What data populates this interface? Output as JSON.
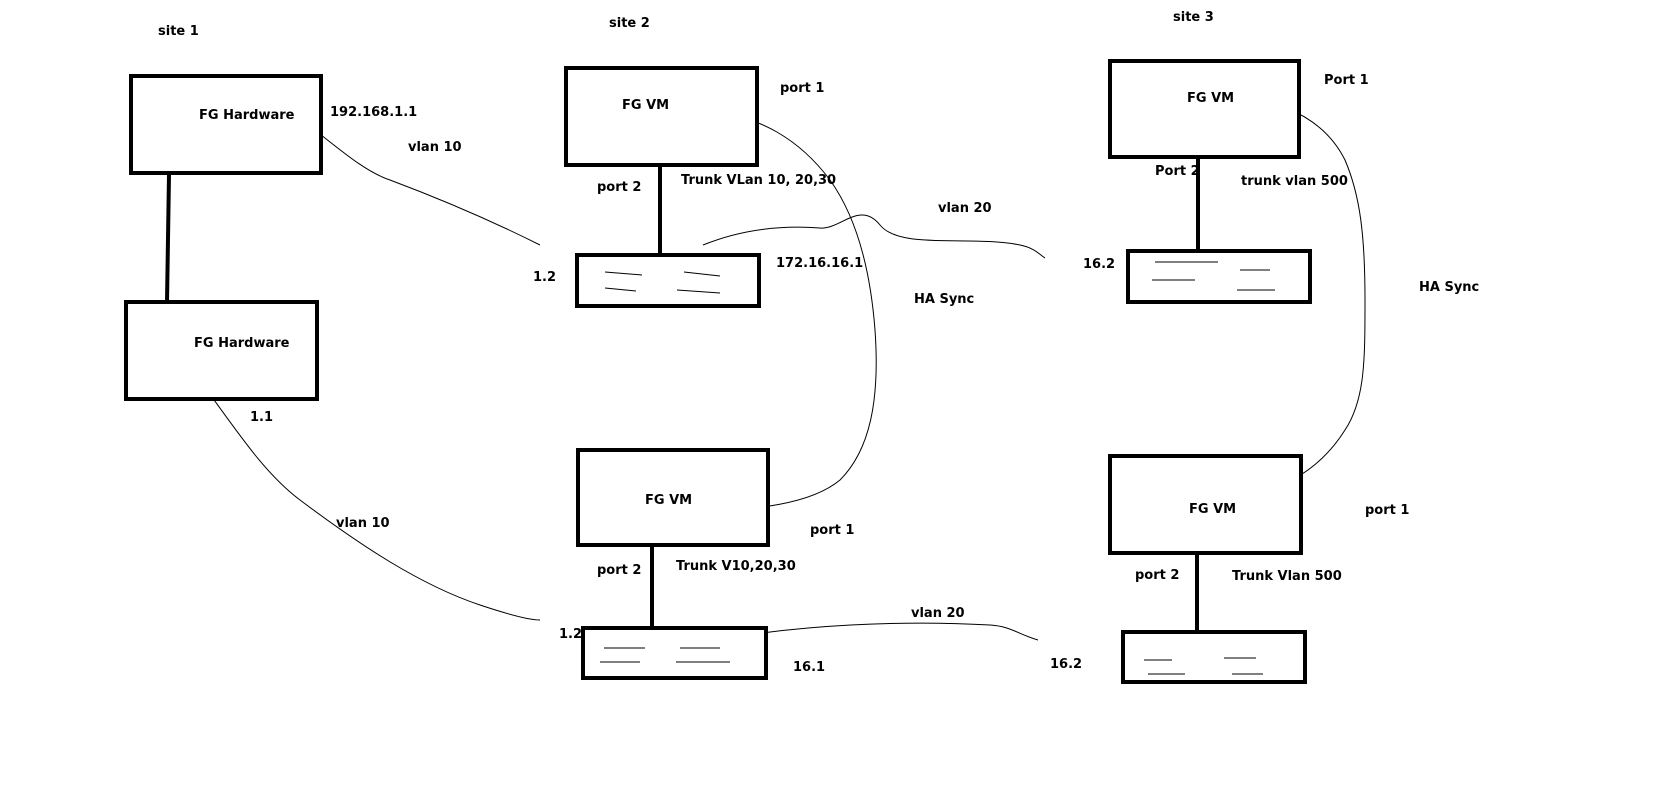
{
  "sites": {
    "site1": "site 1",
    "site2": "site 2",
    "site3": "site 3"
  },
  "devices": {
    "s1_top": "FG Hardware",
    "s1_bottom": "FG Hardware",
    "s2_top": "FG VM",
    "s2_bottom": "FG VM",
    "s3_top": "FG VM",
    "s3_bottom": "FG VM"
  },
  "labels": {
    "ip_192": "192.168.1.1",
    "vlan10_top": "vlan 10",
    "s2_port1_top": "port 1",
    "s2_port2_top": "port 2",
    "trunk_top": "Trunk VLan 10, 20,30",
    "vlan20_top": "vlan 20",
    "ip_172": "172.16.16.1",
    "ip_1_2_top": "1.2",
    "ip_16_2_top": "16.2",
    "ha_sync_mid": "HA Sync",
    "s3_port1_top": "Port 1",
    "s3_port2_top": "Port 2",
    "trunk500_top": "trunk vlan 500",
    "ha_sync_right": "HA Sync",
    "ip_1_1": "1.1",
    "vlan10_bottom": "vlan 10",
    "s2_port1_bottom": "port 1",
    "s2_port2_bottom": "port 2",
    "trunk_bottom": "Trunk V10,20,30",
    "ip_1_2_bottom": "1.2",
    "ip_16_1": "16.1",
    "vlan20_bottom": "vlan 20",
    "ip_16_2_bottom": "16.2",
    "s3_port1_bottom": "port 1",
    "s3_port2_bottom": "port 2",
    "trunk500_bottom": "Trunk Vlan 500"
  }
}
